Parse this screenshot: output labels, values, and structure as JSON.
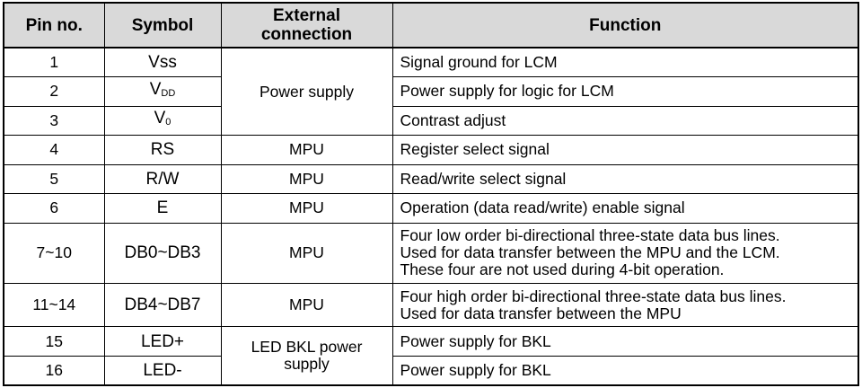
{
  "table": {
    "headers": {
      "pin_no": "Pin no.",
      "symbol": "Symbol",
      "external_connection": "External\nconnection",
      "function": "Function"
    },
    "rows": [
      {
        "pin": "1",
        "symbol": "Vss",
        "symbol_sub": "",
        "connection": "Power supply",
        "function": "Signal ground for LCM"
      },
      {
        "pin": "2",
        "symbol": "V",
        "symbol_sub": "DD",
        "connection": "",
        "function": "Power supply for logic for LCM"
      },
      {
        "pin": "3",
        "symbol": "V",
        "symbol_sub": "0",
        "connection": "",
        "function": "Contrast adjust"
      },
      {
        "pin": "4",
        "symbol": "RS",
        "symbol_sub": "",
        "connection": "MPU",
        "function": "Register select signal"
      },
      {
        "pin": "5",
        "symbol": "R/W",
        "symbol_sub": "",
        "connection": "MPU",
        "function": "Read/write select signal"
      },
      {
        "pin": "6",
        "symbol": "E",
        "symbol_sub": "",
        "connection": "MPU",
        "function": "Operation (data read/write) enable signal"
      },
      {
        "pin": "7~10",
        "symbol": "DB0~DB3",
        "symbol_sub": "",
        "connection": "MPU",
        "function": "Four low order bi-directional three-state data bus lines.\nUsed for data transfer between the MPU and the LCM.\nThese four are not used during 4-bit operation."
      },
      {
        "pin": "11~14",
        "symbol": "DB4~DB7",
        "symbol_sub": "",
        "connection": "MPU",
        "function": "Four high order bi-directional three-state data bus lines.\nUsed for data transfer between the MPU"
      },
      {
        "pin": "15",
        "symbol": "LED+",
        "symbol_sub": "",
        "connection": "LED BKL power\nsupply",
        "function": "Power supply for BKL"
      },
      {
        "pin": "16",
        "symbol": "LED-",
        "symbol_sub": "",
        "connection": "",
        "function": "Power supply for BKL"
      }
    ]
  }
}
